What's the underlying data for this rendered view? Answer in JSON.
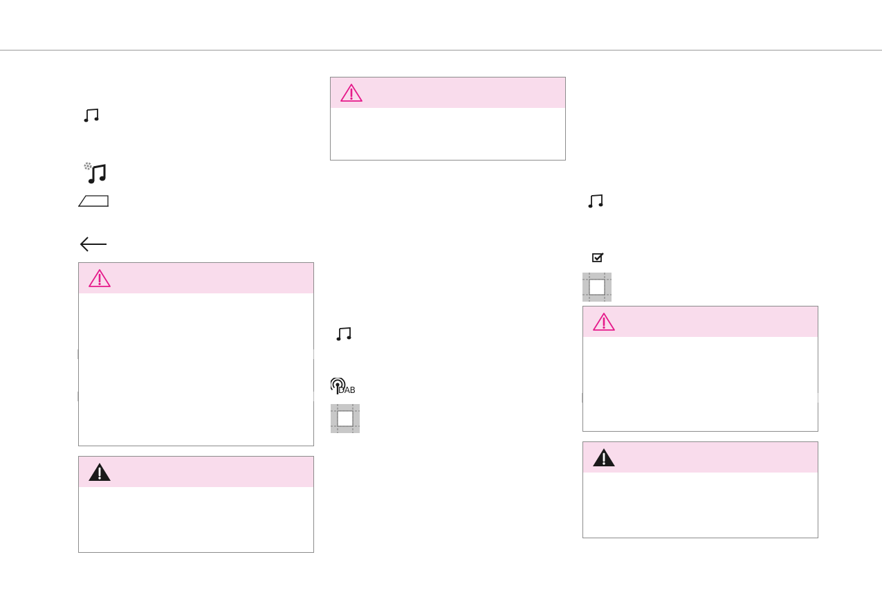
{
  "page": {
    "background": "#ffffff"
  },
  "colors": {
    "warning_header": "#f9dcec",
    "warning_accent": "#e5198a",
    "border": "#8c8c8c"
  },
  "icons": {
    "col1": [
      "music-note-icon",
      "music-settings-icon",
      "media-card-icon",
      "back-arrow-icon"
    ],
    "col2": [
      "music-note-icon",
      "dab-radio-icon",
      "placeholder-square-icon"
    ],
    "col3": [
      "music-note-icon",
      "checkbox-icon",
      "placeholder-square-icon"
    ]
  },
  "warnings": [
    {
      "type": "outline-triangle",
      "text": ""
    },
    {
      "type": "filled-triangle",
      "text": ""
    },
    {
      "type": "outline-triangle",
      "text": ""
    },
    {
      "type": "outline-triangle",
      "text": ""
    },
    {
      "type": "filled-triangle",
      "text": ""
    }
  ],
  "labels": {
    "dab": "DAB"
  }
}
